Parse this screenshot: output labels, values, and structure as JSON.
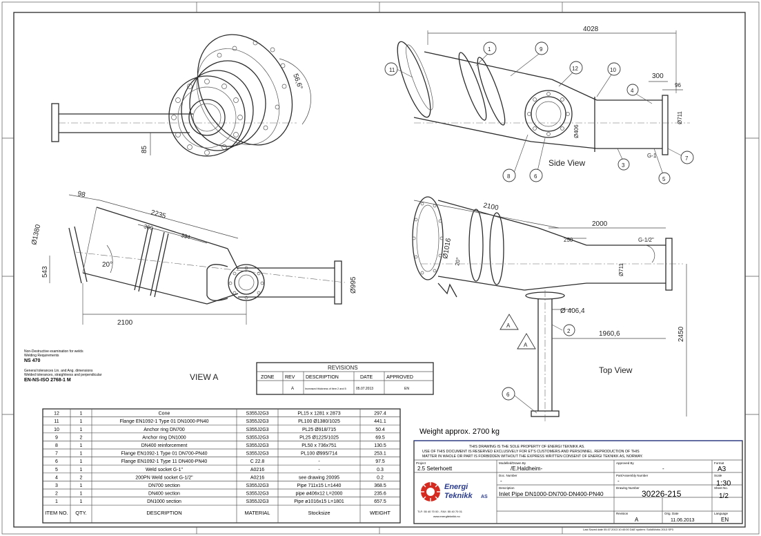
{
  "views": {
    "view_a_label": "VIEW A",
    "side_view_label": "Side View",
    "top_view_label": "Top View"
  },
  "dims": {
    "iso_angle": "56,6°",
    "iso_85": "85",
    "side_4028": "4028",
    "side_300": "300",
    "side_96": "96",
    "side_o711": "Ø711",
    "side_o406": "Ø406",
    "side_g1": "G-1",
    "viewa_98": "98",
    "viewa_2235": "2235",
    "viewa_o1380": "Ø1380",
    "viewa_300": "300",
    "viewa_394": "394",
    "viewa_20deg": "20°",
    "viewa_543": "543",
    "viewa_2100": "2100",
    "viewa_o995": "Ø995",
    "top_2100": "2100",
    "top_2000": "2000",
    "top_250": "250",
    "top_o1016": "Ø1016",
    "top_20deg": "20°",
    "top_g12": "G-1/2\"",
    "top_o711": "Ø711",
    "top_o4064": "Ø 406,4",
    "top_19606": "1960,6",
    "top_2450": "2450"
  },
  "balloons": {
    "b1": "1",
    "b2": "2",
    "b3": "3",
    "b4": "4",
    "b5": "5",
    "b6": "6",
    "b7": "7",
    "b8": "8",
    "b9": "9",
    "b10": "10",
    "b11": "11",
    "b12": "12"
  },
  "section_marks": {
    "a1": "A",
    "a2": "A"
  },
  "notes": {
    "note1": "Non-Destructive examination for welds",
    "note1b": "Welding Requirements",
    "note1_val": "NS 470",
    "note2": "General tolerances Lin. and Ang. dimensions",
    "note2b": "Welded tolerances, straightness and perpendicular",
    "note2_val": "EN-NS-ISO 2768-1 M"
  },
  "revisions": {
    "title": "REVISIONS",
    "headers": [
      "ZONE",
      "REV",
      "DESCRIPTION",
      "DATE",
      "APPROVED"
    ],
    "row": [
      "",
      "A",
      "Increased thickness of item 2 and 5",
      "05.07.2013",
      "EN"
    ]
  },
  "bom": {
    "rows": [
      [
        "12",
        "1",
        "Cone",
        "S355J2G3",
        "PL15 x 1281 x 2873",
        "297.4"
      ],
      [
        "11",
        "1",
        "Flange EN1092-1 Type 01 DN1000-PN40",
        "S355J2G3",
        "PL100 Ø1380/1025",
        "441.1"
      ],
      [
        "10",
        "1",
        "Anchor ring DN700",
        "S355J2G3",
        "PL25 Ø918/715",
        "50.4"
      ],
      [
        "9",
        "2",
        "Anchor ring DN1000",
        "S355J2G3",
        "PL25 Ø1225/1025",
        "69.5"
      ],
      [
        "8",
        "1",
        "DN400 reinforcement",
        "S355J2G3",
        "PL50 x 736x751",
        "130.5"
      ],
      [
        "7",
        "1",
        "Flange EN1092-1 Type 01 DN700-PN40",
        "S355J2G3",
        "PL100 Ø995/714",
        "253.1"
      ],
      [
        "6",
        "1",
        "Flange EN1092-1 Type 11 DN400-PN40",
        "C 22.8",
        "-",
        "97.5"
      ],
      [
        "5",
        "1",
        "Weld socket G-1\"",
        "A0216",
        "-",
        "0.3"
      ],
      [
        "4",
        "2",
        "200PN Weld socket G-1/2\"",
        "A0216",
        "see drawing 20095",
        "0.2"
      ],
      [
        "3",
        "1",
        "DN700 section",
        "S355J2G3",
        "Pipe 711x15 L=1440",
        "368.5"
      ],
      [
        "2",
        "1",
        "DN400 section",
        "S355J2G3",
        "pipe ø406x12 L=2000",
        "235.6"
      ],
      [
        "1",
        "1",
        "DN1000 section",
        "S355J2G3",
        "Pipe ø1016x15 L=1801",
        "657.5"
      ]
    ],
    "headers": [
      "ITEM NO.",
      "QTY.",
      "DESCRIPTION",
      "MATERIAL",
      "Stocksize",
      "WEIGHT"
    ]
  },
  "title_block": {
    "weight": "Weight approx. 2700 kg",
    "property1": "THIS DRAWING IS THE SOLE PROPERTY OF ENERGI TEKNIKK AS.",
    "property2": "USE OF THIS DOCUMENT IS RESERVED EXCLUSIVELY FOR ET'S CUSTOMERS AND PERSONNEL. REPRODUCTION OF THIS",
    "property3": "MATTER IN WHOLE OR PART IS FORBIDDEN WITHOUT THE EXPRESS WRITTEN CONSENT OF ENERGI TEKNIKK AS, NORWAY.",
    "project_label": "Project",
    "project_value": "2.5 Seterhoett",
    "modelled_label": "Modelled/Drawn By",
    "modelled_value": "/E.Haldheim-",
    "approved_label": "Approved By",
    "approved_value": "-",
    "format_label": "Format",
    "format_value": "A3",
    "doc_label": "Doc. Number",
    "doc_value": "-",
    "part_label": "Part/Assembly Number",
    "part_value": "-",
    "scale_label": "Scale",
    "scale_value": "1:30",
    "desc_label": "Description",
    "desc_value": "Inlet Pipe DN1000-DN700-DN400-PN40",
    "drawing_label": "Drawing Number",
    "drawing_value": "30226-215",
    "sheet_label": "Sheet No.",
    "sheet_value": "1/2",
    "rev_label": "Revision",
    "rev_value": "A",
    "date_label": "Orig. Date",
    "date_value": "11.06.2013",
    "lang_label": "Language",
    "lang_value": "EN",
    "logo_line1": "Energi",
    "logo_line2": "Teknikk",
    "logo_line3": "AS",
    "contact1": "TLF: 55 40 70 00 - FAX: 55 40 70 01",
    "contact2": "www.energiteknikk.no",
    "footer": "Last Saved date 05.07.2013 10:40:00  DAE system: SolidWorks 2013 SP3"
  }
}
